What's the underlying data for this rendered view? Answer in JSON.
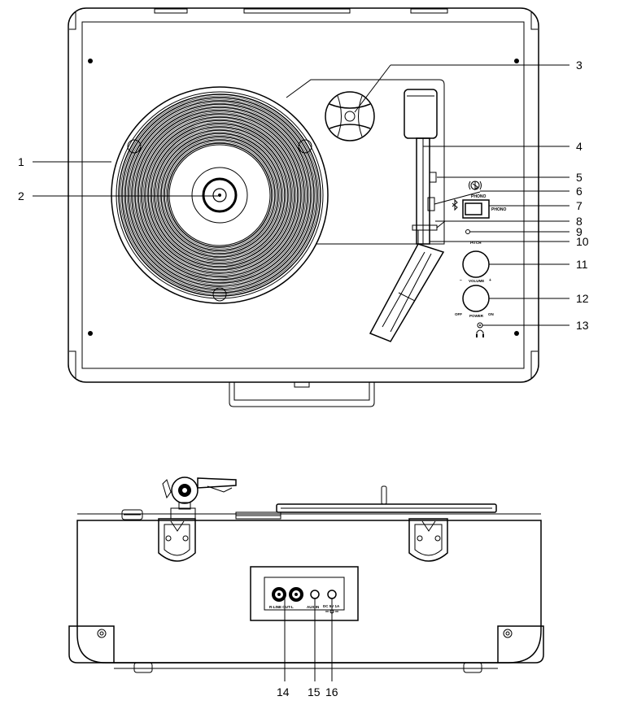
{
  "callouts": [
    {
      "id": "1",
      "label": "1"
    },
    {
      "id": "2",
      "label": "2"
    },
    {
      "id": "3",
      "label": "3"
    },
    {
      "id": "4",
      "label": "4"
    },
    {
      "id": "5",
      "label": "5"
    },
    {
      "id": "6",
      "label": "6"
    },
    {
      "id": "7",
      "label": "7"
    },
    {
      "id": "8",
      "label": "8"
    },
    {
      "id": "9",
      "label": "9"
    },
    {
      "id": "10",
      "label": "10"
    },
    {
      "id": "11",
      "label": "11"
    },
    {
      "id": "12",
      "label": "12"
    },
    {
      "id": "13",
      "label": "13"
    },
    {
      "id": "14",
      "label": "14"
    },
    {
      "id": "15",
      "label": "15"
    },
    {
      "id": "16",
      "label": "16"
    }
  ],
  "panel_labels": {
    "phono_top": "PHONO",
    "phono_right": "PHONO",
    "pitch": "PITCH",
    "volume": "VOLUME",
    "volume_minus": "–",
    "volume_plus": "+",
    "power": "POWER",
    "off": "OFF",
    "on": "ON"
  },
  "rear_labels": {
    "line_out": "R-LINE OUT-L",
    "aux_in": "AUX IN",
    "dc_in": "DC 5V 1A"
  },
  "icons": {
    "bluetooth": "bluetooth-icon",
    "bluetooth_speaker": "bluetooth-speaker-icon",
    "headphone": "headphone-icon"
  }
}
